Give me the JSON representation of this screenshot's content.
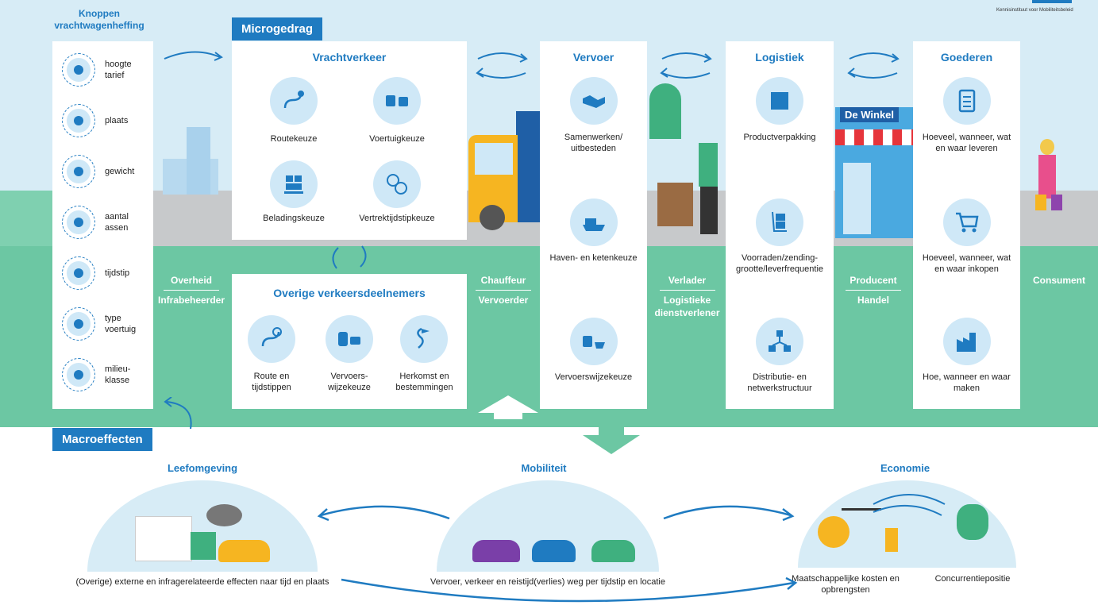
{
  "header": {
    "org_name": "Kennisinstituut voor Mobiliteitsbeleid"
  },
  "knoppen": {
    "title": "Knoppen vrachtwagenheffing",
    "items": [
      {
        "label": "hoogte tarief",
        "icon": "coins-icon"
      },
      {
        "label": "plaats",
        "icon": "location-pin-icon"
      },
      {
        "label": "gewicht",
        "icon": "weight-icon"
      },
      {
        "label": "aantal assen",
        "icon": "axle-icon"
      },
      {
        "label": "tijdstip",
        "icon": "clock-icon"
      },
      {
        "label": "type voertuig",
        "icon": "truck-icon"
      },
      {
        "label": "milieu-klasse",
        "icon": "globe-icon"
      }
    ]
  },
  "microgedrag": {
    "tag": "Microgedrag",
    "vrachtverkeer": {
      "title": "Vrachtverkeer",
      "items": [
        "Routekeuze",
        "Voertuigkeuze",
        "Beladingskeuze",
        "Vertrektijdstipkeuze"
      ]
    },
    "overige": {
      "title": "Overige verkeersdeelnemers",
      "items": [
        "Route en tijdstippen",
        "Vervoers-wijzekeuze",
        "Herkomst en bestemmingen"
      ]
    },
    "vervoer": {
      "title": "Vervoer",
      "items": [
        "Samenwerken/ uitbesteden",
        "Haven- en ketenkeuze",
        "Vervoerswijzekeuze"
      ]
    },
    "logistiek": {
      "title": "Logistiek",
      "items": [
        "Productverpakking",
        "Voorraden/zending-grootte/leverfrequentie",
        "Distributie- en netwerkstructuur"
      ]
    },
    "goederen": {
      "title": "Goederen",
      "items": [
        "Hoeveel, wanneer, wat en waar leveren",
        "Hoeveel, wanneer, wat en waar inkopen",
        "Hoe, wanneer en waar maken"
      ]
    }
  },
  "actors": {
    "overheid": {
      "top": "Overheid",
      "bottom": "Infrabeheerder"
    },
    "chauffeur": {
      "top": "Chauffeur",
      "bottom": "Vervoerder"
    },
    "verlader": {
      "top": "Verlader",
      "bottom": "Logistieke dienstverlener"
    },
    "producent": {
      "top": "Producent",
      "bottom": "Handel"
    },
    "consument": "Consument"
  },
  "shop_sign": "De Winkel",
  "macro": {
    "tag": "Macroeffecten",
    "leefomgeving": {
      "title": "Leefomgeving",
      "caption": "(Overige) externe en infragerelateerde effecten naar tijd en plaats"
    },
    "mobiliteit": {
      "title": "Mobiliteit",
      "caption": "Vervoer, verkeer en reistijd(verlies) weg per tijdstip en locatie"
    },
    "economie": {
      "title": "Economie",
      "captions": [
        "Maatschappelijke kosten en opbrengsten",
        "Concurrentiepositie"
      ]
    }
  },
  "colors": {
    "accent": "#1f7bc1",
    "grass": "#6cc7a3",
    "icon_bg": "#cfe8f7"
  }
}
